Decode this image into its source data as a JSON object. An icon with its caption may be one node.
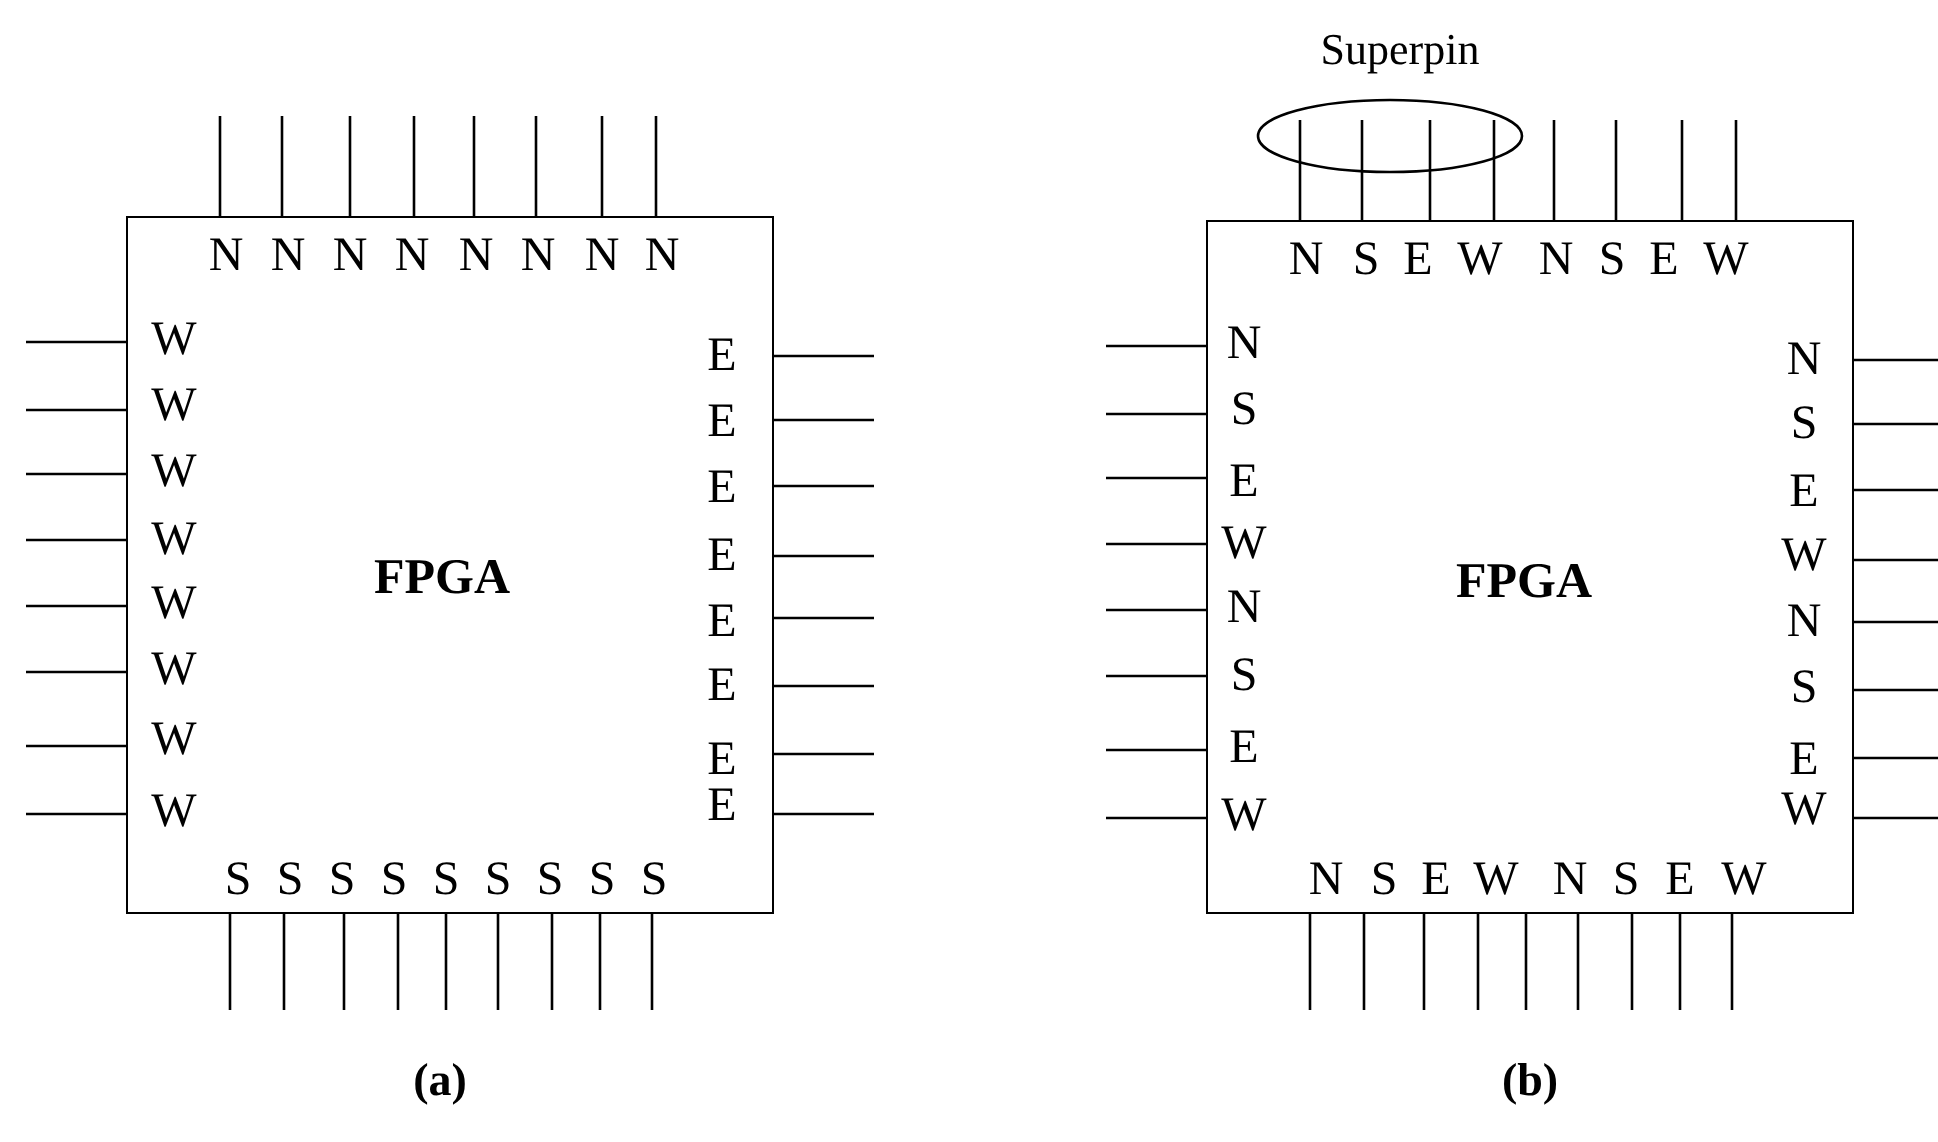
{
  "diagram": {
    "nodes": [
      {
        "text": [
          "FPGA"
        ]
      },
      {
        "text": [
          "FPGA"
        ]
      },
      {
        "text": [
          "Superpin"
        ]
      }
    ],
    "labels": [
      "N",
      "N",
      "N",
      "N",
      "N",
      "N",
      "N",
      "N",
      "W",
      "W",
      "W",
      "W",
      "W",
      "W",
      "W",
      "W",
      "E",
      "E",
      "E",
      "E",
      "E",
      "E",
      "E",
      "E",
      "S",
      "S",
      "S",
      "S",
      "S",
      "S",
      "S",
      "S",
      "S",
      "N",
      "S",
      "E",
      "W",
      "N",
      "S",
      "E",
      "W",
      "N",
      "S",
      "E",
      "W",
      "N",
      "S",
      "E",
      "W",
      "N",
      "S",
      "E",
      "W",
      "N",
      "S",
      "E",
      "W",
      "N",
      "S",
      "E",
      "W",
      "N",
      "S",
      "E",
      "W",
      "(a)",
      "(b)"
    ]
  }
}
